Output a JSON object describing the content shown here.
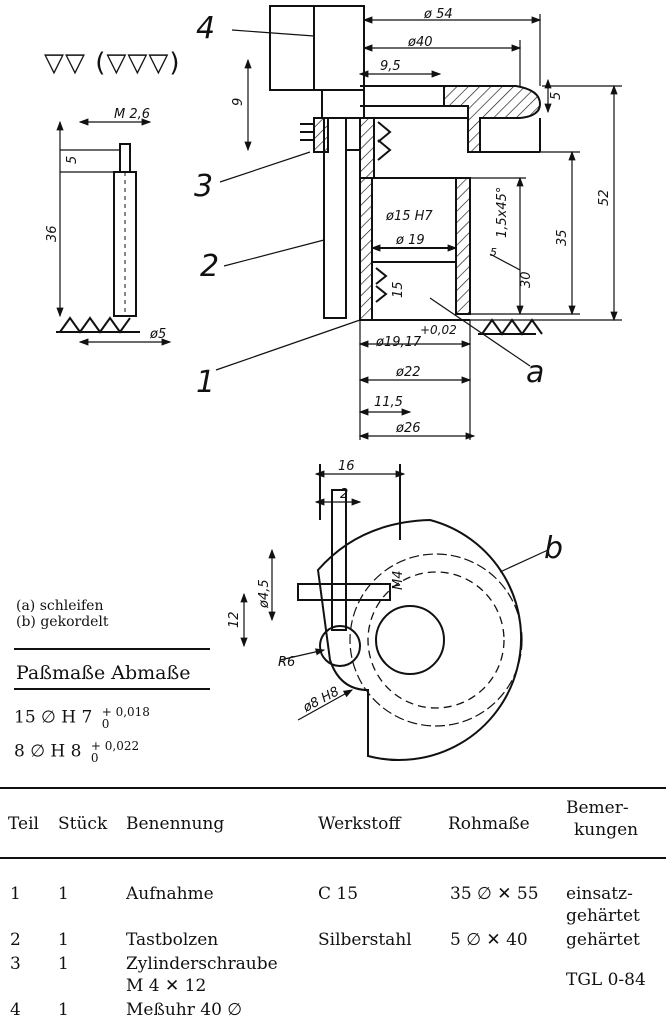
{
  "surface_symbols": "▽▽ (▽▽▽)",
  "callouts": {
    "c1": "1",
    "c2": "2",
    "c3": "3",
    "c4": "4",
    "ca": "a",
    "cb": "b"
  },
  "dims": {
    "d54": "ø 54",
    "d40": "ø40",
    "d9_5": "9,5",
    "d9": "9",
    "d5": "5",
    "d52": "52",
    "m26": "M 2,6",
    "s5": "5",
    "s36": "36",
    "s5b": "ø5",
    "d15h7": "ø15 H7",
    "d19": "ø 19",
    "c15x45": "1,5x45°",
    "r5": "5",
    "r35": "35",
    "r30": "30",
    "r15": "15",
    "d1917": "ø19,17",
    "tol002": "+0,02",
    "d22": "ø22",
    "r11_5": "11,5",
    "d26": "ø26",
    "b16": "16",
    "b2": "2",
    "b45": "ø4,5",
    "bm4": "M4",
    "b12": "12",
    "br6": "R6",
    "b8h8": "ø8 H8"
  },
  "notes": [
    "(a)  schleifen",
    "(b)  gekordelt"
  ],
  "fits": {
    "title": "Paßmaße Abmaße",
    "rows": [
      {
        "nom": "15 ∅ H 7",
        "upper": "+ 0,018",
        "lower": "0"
      },
      {
        "nom": "8 ∅ H 8",
        "upper": "+ 0,022",
        "lower": "0"
      }
    ]
  },
  "parts_list": {
    "headers": {
      "teil": "Teil",
      "stueck": "Stück",
      "benennung": "Benennung",
      "werkstoff": "Werkstoff",
      "rohmasse": "Rohmaße",
      "bem1": "Bemer-",
      "bem2": "kungen"
    },
    "rows": [
      {
        "teil": "1",
        "stueck": "1",
        "benennung": "Aufnahme",
        "werkstoff": "C 15",
        "rohmasse": "35 ∅ ✕ 55",
        "bem": [
          "einsatz-",
          "gehärtet"
        ]
      },
      {
        "teil": "2",
        "stueck": "1",
        "benennung": "Tastbolzen",
        "werkstoff": "Silberstahl",
        "rohmasse": "5 ∅ ✕ 40",
        "bem": [
          "gehärtet"
        ]
      },
      {
        "teil": "3",
        "stueck": "1",
        "benennung": "Zylinderschraube",
        "benennung2": "M 4 ✕ 12",
        "werkstoff": "",
        "rohmasse": "",
        "bem": [
          "TGL 0-84"
        ]
      },
      {
        "teil": "4",
        "stueck": "1",
        "benennung": "Meßuhr 40 ∅",
        "werkstoff": "",
        "rohmasse": "",
        "bem": []
      }
    ]
  }
}
